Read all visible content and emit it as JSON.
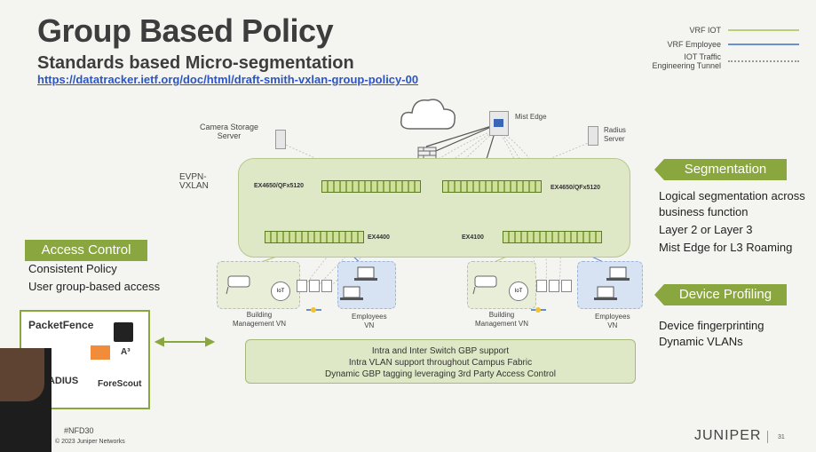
{
  "slide": {
    "title": "Group Based Policy",
    "subtitle": "Standards based Micro-segmentation",
    "link": "https://datatracker.ietf.org/doc/html/draft-smith-vxlan-group-policy-00"
  },
  "legend": [
    {
      "label": "VRF IOT",
      "color": "#b8cf77"
    },
    {
      "label": "VRF Employee",
      "color": "#6b8fd4"
    },
    {
      "label": "IOT Traffic Engineering Tunnel",
      "color": "#999999"
    }
  ],
  "segmentation": {
    "title": "Segmentation",
    "lines": [
      "Logical segmentation across business function",
      "Layer 2 or Layer 3",
      "Mist Edge for L3 Roaming"
    ]
  },
  "device_profiling": {
    "title": "Device Profiling",
    "lines": [
      "Device fingerprinting",
      "Dynamic VLANs"
    ]
  },
  "access_control": {
    "title": "Access Control",
    "lines": [
      "Consistent Policy",
      "User group-based access"
    ],
    "vendors": [
      "PacketFence",
      "A³",
      "RADIUS",
      "ForeScout"
    ]
  },
  "diagram": {
    "evpn_label": "EVPN-\nVXLAN",
    "camera_storage": "Camera Storage\nServer",
    "mist_edge": "Mist Edge",
    "radius_server": "Radius\nServer",
    "core_left": "EX4650/QFx5120",
    "core_right": "EX4650/QFx5120",
    "access_left": "EX4400",
    "access_right": "EX4100",
    "bm_vn_left": "Building\nManagement VN",
    "emp_vn_left": "Employees\nVN",
    "bm_vn_right": "Building\nManagement VN",
    "emp_vn_right": "Employees\nVN",
    "iot": "IoT"
  },
  "gbp": [
    "Intra and Inter Switch GBP support",
    "Intra VLAN support throughout Campus Fabric",
    "Dynamic GBP tagging leveraging 3rd Party Access Control"
  ],
  "footer": {
    "hashtag": "#NFD30",
    "copyright": "© 2023 Juniper Networks",
    "logo": "JUNIPER",
    "page": "31"
  }
}
